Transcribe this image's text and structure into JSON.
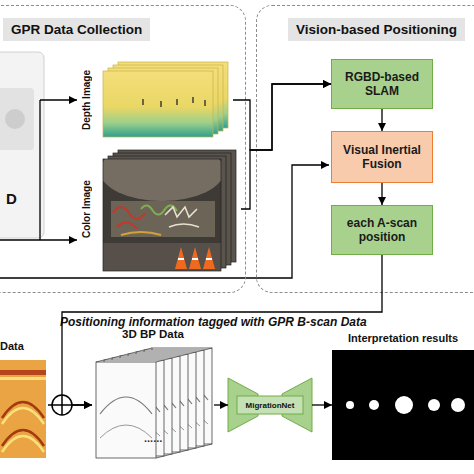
{
  "diagram": {
    "nodes": [
      {
        "text": [
          "GPR Data Collection"
        ]
      },
      {
        "text": [
          "Depth Image"
        ],
        "in": 0
      },
      {
        "text": [
          "Color Image"
        ],
        "in": 0
      },
      {
        "text": [
          "Vision-based Positioning"
        ]
      },
      {
        "text": [
          "RGBD-based SLAM"
        ],
        "in": 3
      },
      {
        "text": [
          "Visual Inertial Fusion"
        ],
        "in": 3
      },
      {
        "text": [
          "each A-scan position"
        ],
        "in": 3
      },
      {
        "text": [
          "Data"
        ]
      },
      {
        "text": [
          "3D BP Data"
        ]
      },
      {
        "text": [
          "MigrationNet"
        ]
      },
      {
        "text": [
          "Interpretation results"
        ]
      }
    ],
    "edges": [
      {
        "from": 1,
        "to": 4,
        "arrow": "to"
      },
      {
        "from": 2,
        "to": 4,
        "arrow": "to"
      },
      {
        "from": 4,
        "to": 5,
        "arrow": "to"
      },
      {
        "from": 5,
        "to": 6,
        "arrow": "to"
      },
      {
        "from": 6,
        "to": 8,
        "label": "Positioning information tagged with GPR B-scan Data",
        "arrow": "to"
      },
      {
        "from": 7,
        "to": 8,
        "arrow": "to"
      },
      {
        "from": 8,
        "to": 9,
        "arrow": "to"
      },
      {
        "from": 9,
        "to": 10,
        "arrow": "to"
      }
    ],
    "labels": [
      "D",
      "......"
    ]
  }
}
